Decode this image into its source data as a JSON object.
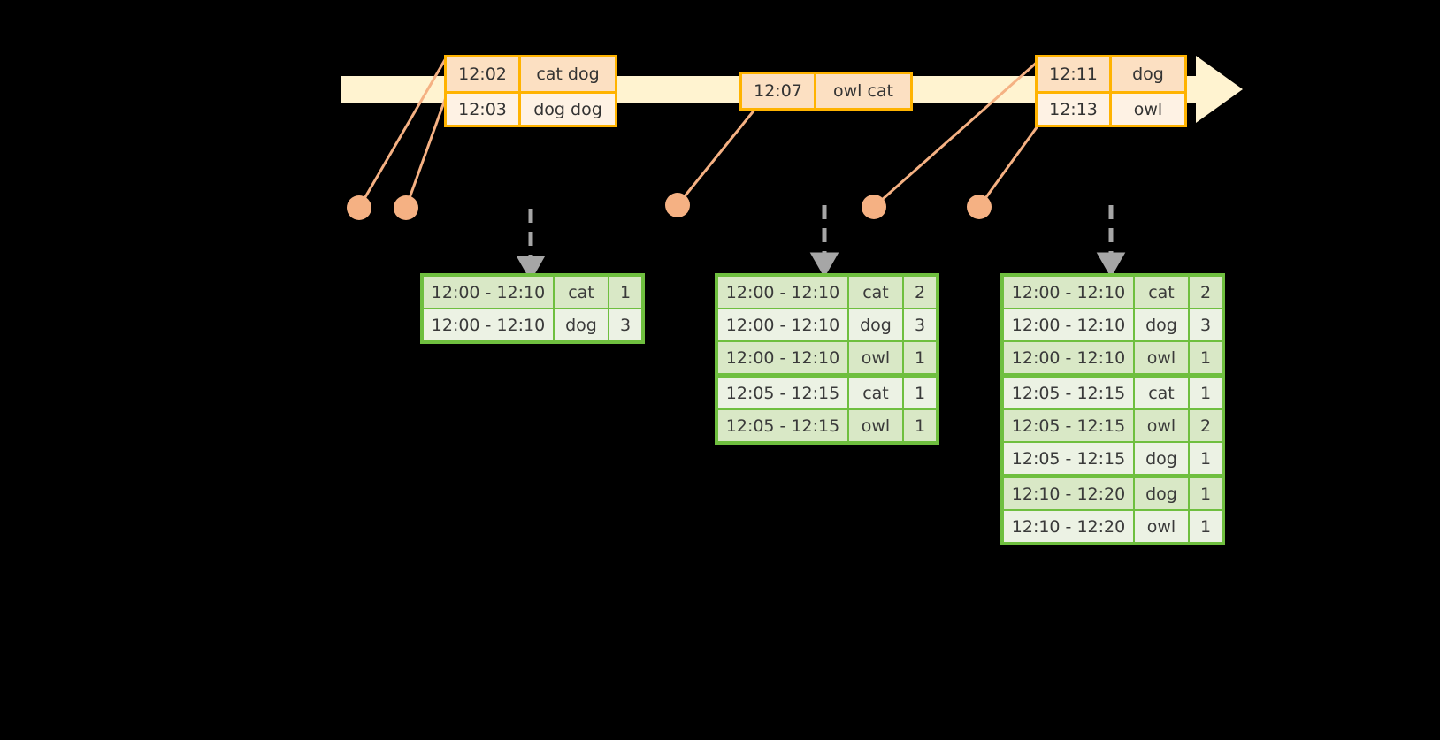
{
  "timeline": {
    "name": "event-stream-timeline",
    "bar_color": "#FFF3D0",
    "accent_color": "#FFB300",
    "marker_color": "#F5B183",
    "event_groups": [
      {
        "id": "group-1",
        "rows": [
          {
            "time": "12:02",
            "words": "cat dog"
          },
          {
            "time": "12:03",
            "words": "dog dog"
          }
        ]
      },
      {
        "id": "group-2",
        "rows": [
          {
            "time": "12:07",
            "words": "owl cat"
          }
        ]
      },
      {
        "id": "group-3",
        "rows": [
          {
            "time": "12:11",
            "words": "dog"
          },
          {
            "time": "12:13",
            "words": "owl"
          }
        ]
      }
    ],
    "markers": [
      {
        "label": "marker-12-02"
      },
      {
        "label": "marker-12-03"
      },
      {
        "label": "marker-12-07"
      },
      {
        "label": "marker-12-11"
      },
      {
        "label": "marker-12-13"
      }
    ]
  },
  "result_tables": [
    {
      "id": "result-table-1",
      "columns": [
        "window",
        "key",
        "count"
      ],
      "border_color": "#6FBF3F",
      "groups": [
        {
          "rows": [
            {
              "window": "12:00 - 12:10",
              "key": "cat",
              "count": "1"
            },
            {
              "window": "12:00 - 12:10",
              "key": "dog",
              "count": "3"
            }
          ]
        }
      ]
    },
    {
      "id": "result-table-2",
      "columns": [
        "window",
        "key",
        "count"
      ],
      "border_color": "#6FBF3F",
      "groups": [
        {
          "rows": [
            {
              "window": "12:00 - 12:10",
              "key": "cat",
              "count": "2"
            },
            {
              "window": "12:00 - 12:10",
              "key": "dog",
              "count": "3"
            },
            {
              "window": "12:00 - 12:10",
              "key": "owl",
              "count": "1"
            }
          ]
        },
        {
          "rows": [
            {
              "window": "12:05 - 12:15",
              "key": "cat",
              "count": "1"
            },
            {
              "window": "12:05 - 12:15",
              "key": "owl",
              "count": "1"
            }
          ]
        }
      ]
    },
    {
      "id": "result-table-3",
      "columns": [
        "window",
        "key",
        "count"
      ],
      "border_color": "#6FBF3F",
      "groups": [
        {
          "rows": [
            {
              "window": "12:00 - 12:10",
              "key": "cat",
              "count": "2"
            },
            {
              "window": "12:00 - 12:10",
              "key": "dog",
              "count": "3"
            },
            {
              "window": "12:00 - 12:10",
              "key": "owl",
              "count": "1"
            }
          ]
        },
        {
          "rows": [
            {
              "window": "12:05 - 12:15",
              "key": "cat",
              "count": "1"
            },
            {
              "window": "12:05 - 12:15",
              "key": "owl",
              "count": "2"
            },
            {
              "window": "12:05 - 12:15",
              "key": "dog",
              "count": "1"
            }
          ]
        },
        {
          "rows": [
            {
              "window": "12:10 - 12:20",
              "key": "dog",
              "count": "1"
            },
            {
              "window": "12:10 - 12:20",
              "key": "owl",
              "count": "1"
            }
          ]
        }
      ]
    }
  ]
}
